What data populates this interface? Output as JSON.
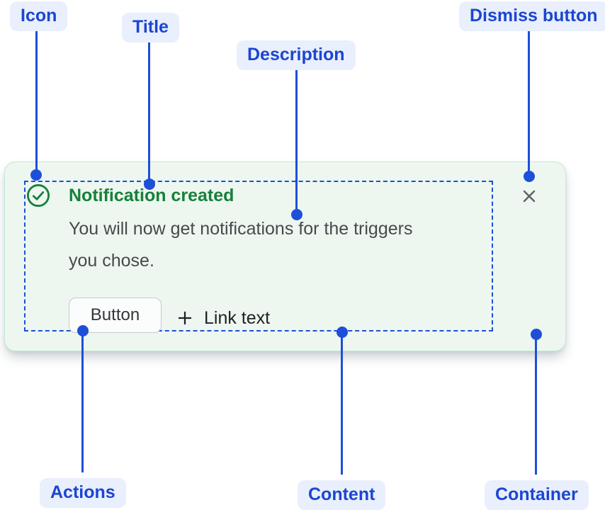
{
  "annotations": {
    "icon": "Icon",
    "title": "Title",
    "description": "Description",
    "dismiss_button": "Dismiss button",
    "actions": "Actions",
    "content": "Content",
    "container": "Container"
  },
  "notification": {
    "title": "Notification created",
    "description_line1": "You will now get notifications for the triggers",
    "description_line2": "you chose.",
    "actions": {
      "button_label": "Button",
      "link_label": "Link text"
    },
    "icons": {
      "status_icon": "check-circle-icon",
      "dismiss_icon": "close-icon",
      "link_icon": "plus-icon"
    }
  },
  "colors": {
    "annotation_blue": "#1D4FD9",
    "annotation_label_text": "#1B46D1",
    "annotation_label_bg": "#E9EFFC",
    "success_green": "#17803B",
    "card_background": "#EDF7F0",
    "card_border": "#C7E8D3",
    "description_text": "#47494D",
    "dismiss_gray": "#5E6267"
  }
}
